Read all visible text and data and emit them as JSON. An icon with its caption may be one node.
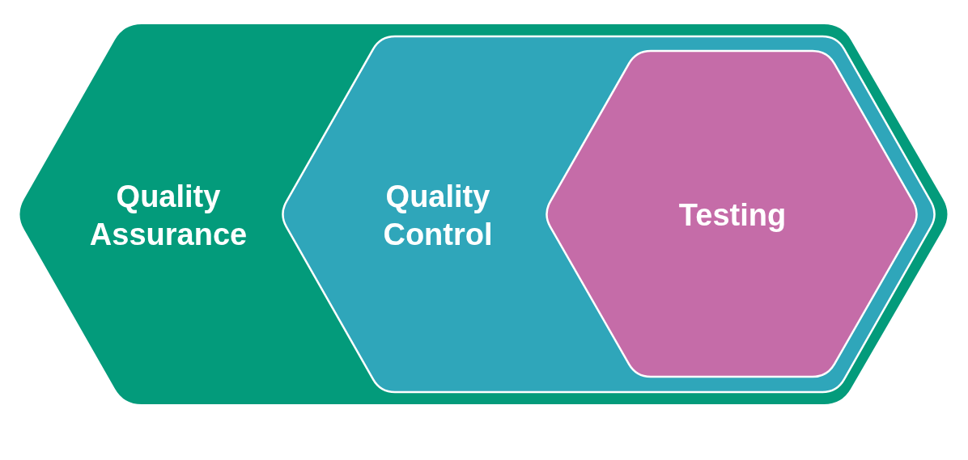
{
  "diagram": {
    "nodes": [
      {
        "text": [
          "Quality Assurance"
        ]
      },
      {
        "text": [
          "Quality Control"
        ],
        "in": 0
      },
      {
        "text": [
          "Testing"
        ],
        "in": 1
      }
    ]
  }
}
